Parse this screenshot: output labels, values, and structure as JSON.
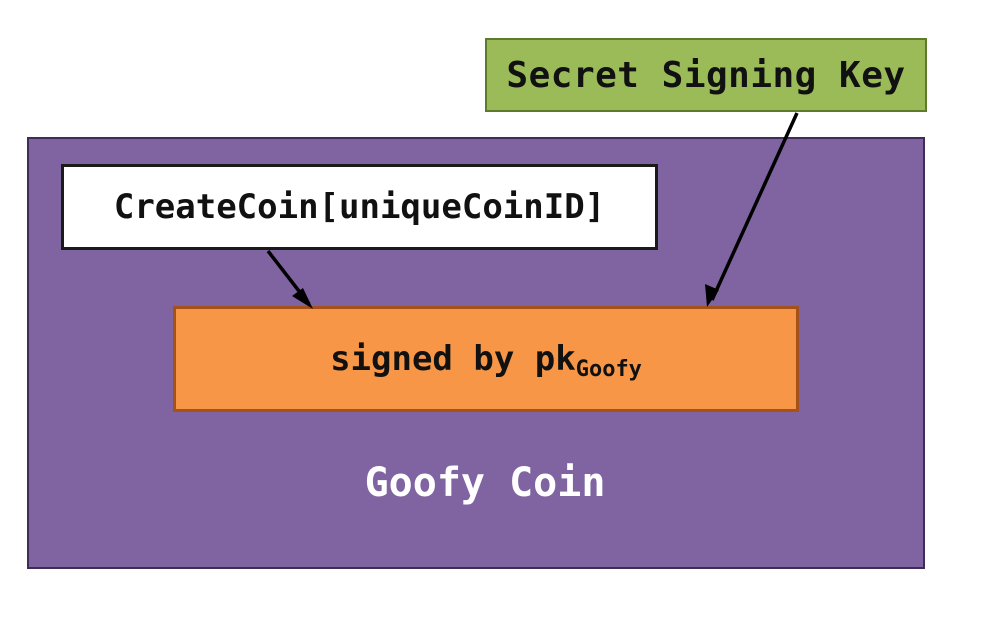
{
  "diagram": {
    "secret_key_label": "Secret Signing Key",
    "create_coin_label": "CreateCoin[uniqueCoinID]",
    "signed_by_prefix": "signed by pk",
    "signed_by_subscript": "Goofy",
    "container_label": "Goofy Coin"
  },
  "colors": {
    "container_fill": "#8064a2",
    "key_fill": "#9bbb59",
    "signed_fill": "#f79646",
    "create_fill": "#ffffff",
    "arrow": "#000000"
  }
}
